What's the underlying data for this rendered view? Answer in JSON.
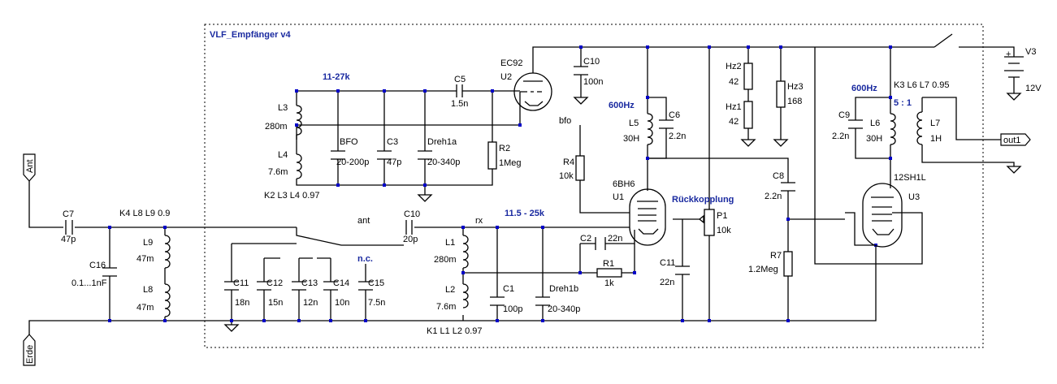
{
  "title": "VLF_Empfänger v4",
  "supply": {
    "name": "V3",
    "voltage": "12V",
    "plus": "+"
  },
  "ports": {
    "ant": "Ant",
    "erde": "Erde",
    "out": "out1"
  },
  "notes": {
    "band1": "11-27k",
    "band2": "11.5 - 25k",
    "hz600a": "600Hz",
    "hz600b": "600Hz",
    "ratio": "5 : 1",
    "nc": "n.c.",
    "feedback": "Rückkopplung",
    "net_bfo": "bfo",
    "net_ant": "ant",
    "net_rx": "rx",
    "k1": "K1 L1 L2 0.97",
    "k2": "K2 L3 L4 0.97",
    "k3": "K3 L6 L7 0.95",
    "k4": "K4 L8 L9 0.9"
  },
  "components": {
    "C7": {
      "name": "C7",
      "value": "47p"
    },
    "C16": {
      "name": "C16",
      "value": "0.1...1nF"
    },
    "L9": {
      "name": "L9",
      "value": "47m"
    },
    "L8": {
      "name": "L8",
      "value": "47m"
    },
    "C11a": {
      "name": "C11",
      "value": "18n"
    },
    "C12": {
      "name": "C12",
      "value": "15n"
    },
    "C13": {
      "name": "C13",
      "value": "12n"
    },
    "C14": {
      "name": "C14",
      "value": "10n"
    },
    "C15": {
      "name": "C15",
      "value": "7.5n"
    },
    "C10a": {
      "name": "C10",
      "value": "20p"
    },
    "L1": {
      "name": "L1",
      "value": "280m"
    },
    "L2": {
      "name": "L2",
      "value": "7.6m"
    },
    "C1": {
      "name": "C1",
      "value": "100p"
    },
    "Dreh1b": {
      "name": "Dreh1b",
      "value": "20-340p"
    },
    "C2": {
      "name": "C2",
      "value": "22n"
    },
    "R1": {
      "name": "R1",
      "value": "1k"
    },
    "L3": {
      "name": "L3",
      "value": "280m"
    },
    "L4": {
      "name": "L4",
      "value": "7.6m"
    },
    "BFO": {
      "name": "BFO",
      "value": "20-200p"
    },
    "C3": {
      "name": "C3",
      "value": "47p"
    },
    "Dreh1a": {
      "name": "Dreh1a",
      "value": "20-340p"
    },
    "C5": {
      "name": "C5",
      "value": "1.5n"
    },
    "R2": {
      "name": "R2",
      "value": "1Meg"
    },
    "U2": {
      "name": "U2",
      "type": "EC92"
    },
    "C10b": {
      "name": "C10",
      "value": "100n"
    },
    "R4": {
      "name": "R4",
      "value": "10k"
    },
    "U1": {
      "name": "U1",
      "type": "6BH6"
    },
    "L5": {
      "name": "L5",
      "value": "30H"
    },
    "C6": {
      "name": "C6",
      "value": "2.2n"
    },
    "P1": {
      "name": "P1",
      "value": "10k"
    },
    "C11b": {
      "name": "C11",
      "value": "22n"
    },
    "Hz2": {
      "name": "Hz2",
      "value": "42"
    },
    "Hz1": {
      "name": "Hz1",
      "value": "42"
    },
    "Hz3": {
      "name": "Hz3",
      "value": "168"
    },
    "C8": {
      "name": "C8",
      "value": "2.2n"
    },
    "R7": {
      "name": "R7",
      "value": "1.2Meg"
    },
    "C9": {
      "name": "C9",
      "value": "2.2n"
    },
    "L6": {
      "name": "L6",
      "value": "30H"
    },
    "L7": {
      "name": "L7",
      "value": "1H"
    },
    "U3": {
      "name": "U3",
      "type": "12SH1L"
    }
  }
}
